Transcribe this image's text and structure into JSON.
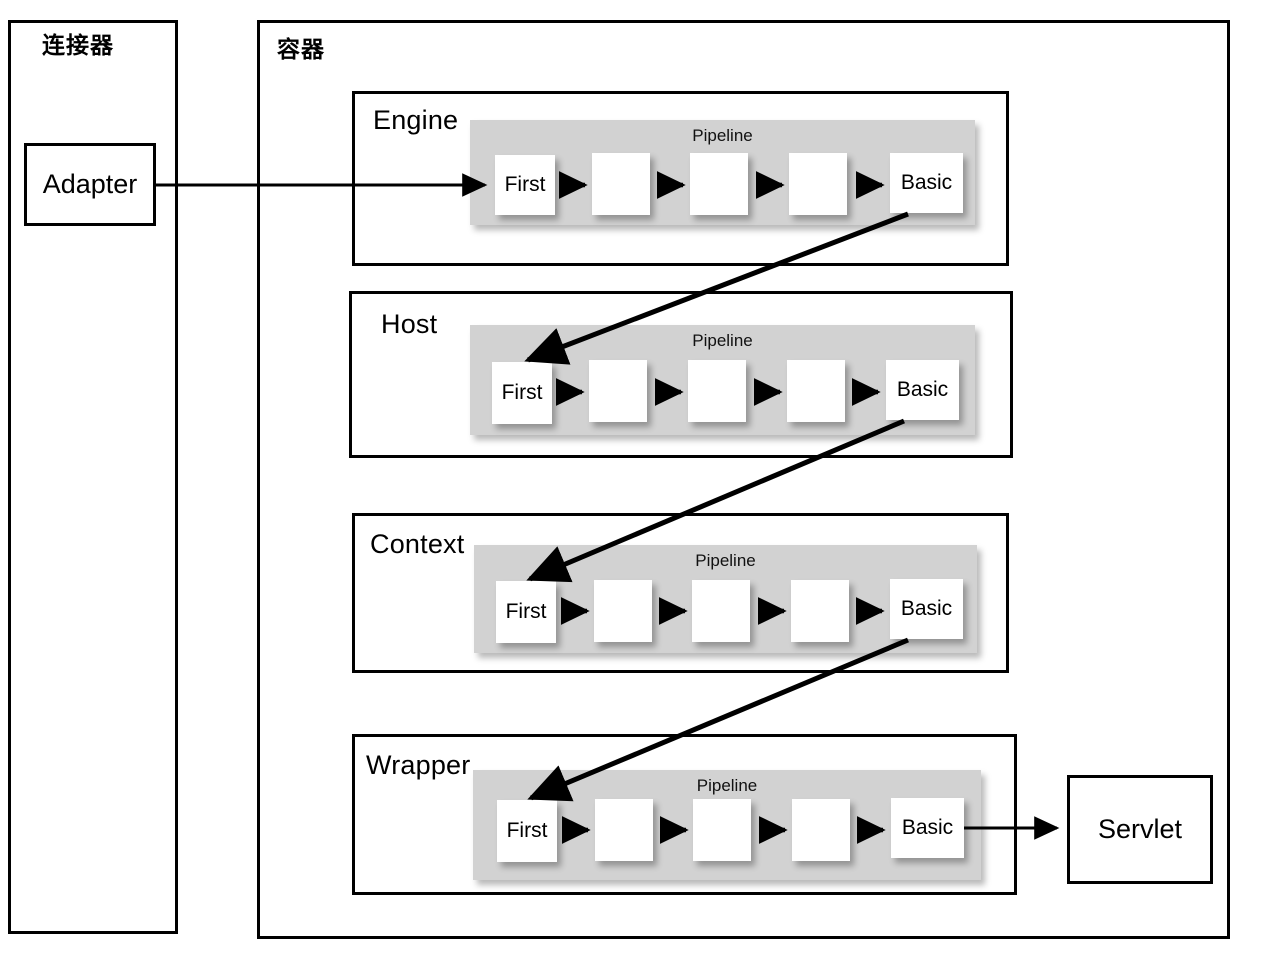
{
  "regions": [
    {
      "key": "connector",
      "label": "连接器"
    },
    {
      "key": "container",
      "label": "容器"
    }
  ],
  "adapter": {
    "label": "Adapter"
  },
  "servlet": {
    "label": "Servlet"
  },
  "pipeline_label": "Pipeline",
  "valve_first_label": "First",
  "valve_basic_label": "Basic",
  "levels": [
    {
      "key": "engine",
      "title": "Engine",
      "pipeline": {
        "label": "Pipeline",
        "valves": [
          {
            "label": "First"
          },
          {
            "label": ""
          },
          {
            "label": ""
          },
          {
            "label": ""
          },
          {
            "label": "Basic"
          }
        ]
      }
    },
    {
      "key": "host",
      "title": "Host",
      "pipeline": {
        "label": "Pipeline",
        "valves": [
          {
            "label": "First"
          },
          {
            "label": ""
          },
          {
            "label": ""
          },
          {
            "label": ""
          },
          {
            "label": "Basic"
          }
        ]
      }
    },
    {
      "key": "context",
      "title": "Context",
      "pipeline": {
        "label": "Pipeline",
        "valves": [
          {
            "label": "First"
          },
          {
            "label": ""
          },
          {
            "label": ""
          },
          {
            "label": ""
          },
          {
            "label": "Basic"
          }
        ]
      }
    },
    {
      "key": "wrapper",
      "title": "Wrapper",
      "pipeline": {
        "label": "Pipeline",
        "valves": [
          {
            "label": "First"
          },
          {
            "label": ""
          },
          {
            "label": ""
          },
          {
            "label": ""
          },
          {
            "label": "Basic"
          }
        ]
      }
    }
  ],
  "colors": {
    "stroke": "#000000",
    "pipeline_fill": "#d2d2d2",
    "valve_fill": "#ffffff",
    "background": "#ffffff"
  }
}
